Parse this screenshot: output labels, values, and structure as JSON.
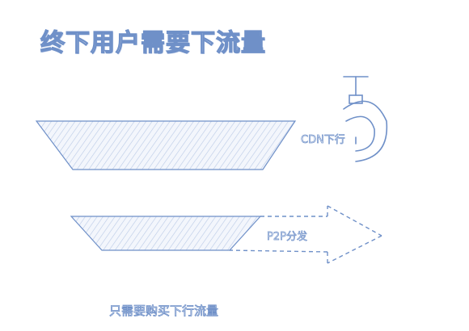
{
  "diagram": {
    "title": "终下用户需要下流量",
    "cdn_label": "CDN下行",
    "p2p_label": "P2P分发",
    "footer": "只需要购买下行流量"
  },
  "colors": {
    "stroke": "#6f90c8",
    "fill": "#eef3fb",
    "text_fill": "#f4f7fd"
  },
  "icons": {
    "faucet": "faucet-icon",
    "arrow": "dashed-arrow-icon"
  }
}
